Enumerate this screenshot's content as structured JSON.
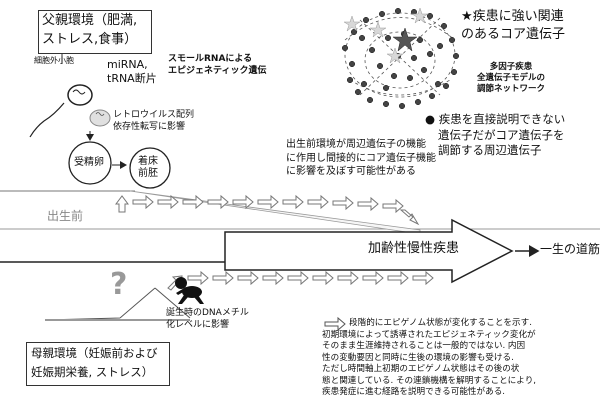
{
  "paternal_box": {
    "line1": "父親環境（肥満,",
    "line2": "ストレス,食事）"
  },
  "extracellular_vesicle": "細胞外小胞",
  "mirna_label": {
    "line1": "miRNA,",
    "line2": "tRNA断片"
  },
  "small_rna_label": {
    "line1": "スモールRNAによる",
    "line2": "エピジェネティック遺伝"
  },
  "retrovirus_label": {
    "line1": "レトロウイルス配列",
    "line2": "依存性転写に影響"
  },
  "fertilized_egg": "受精卵",
  "implantation": {
    "line1": "着床",
    "line2": "前胚"
  },
  "prenatal_caption": {
    "line1": "出生前環境が周辺遺伝子の機能",
    "line2": "に作用し間接的にコア遺伝子機能",
    "line3": "に影響を及ぼす可能性がある"
  },
  "core_gene_legend": {
    "line1": "★疾患に強い関連",
    "line2": "のあるコア遺伝子"
  },
  "network_label": {
    "line1": "多因子疾患",
    "line2": "全遺伝子モデルの",
    "line3": "調節ネットワーク"
  },
  "peripheral_legend": {
    "line1": "● 疾患を直接説明できない",
    "line2": "遺伝子だがコア遺伝子を",
    "line3": "調節する周辺遺伝子"
  },
  "prenatal_label": "出生前",
  "disease_label": "加齢性慢性疾患",
  "life_path": "一生の道筋",
  "birth_caption": {
    "line1": "誕生時のDNAメチル",
    "line2": "化レベルに影響"
  },
  "question_mark": "?",
  "maternal_box": {
    "line1": "母親環境（妊娠前および",
    "line2": "妊娠期栄養, ストレス）"
  },
  "bottom_text": {
    "line1": "段階的にエピゲノム状態が変化することを示す.",
    "line2": "初期環境によって誘導されたエピジェネティック変化が",
    "line3": "そのまま生涯維持されることは一般的ではない. 内因",
    "line4": "性の変動要因と同時に生後の環境の影響も受ける.",
    "line5": "ただし時間軸上初期のエピゲノム状態はその後の状",
    "line6": "態と関連している. その連鎖機構を解明することにより,",
    "line7": "疾患発症に進む経路を説明できる可能性がある."
  },
  "colors": {
    "core_star": "#555555",
    "star_light": "#d8d8d8",
    "arrow_fill": "#ffffff",
    "line": "#222222",
    "node": "#333333"
  }
}
